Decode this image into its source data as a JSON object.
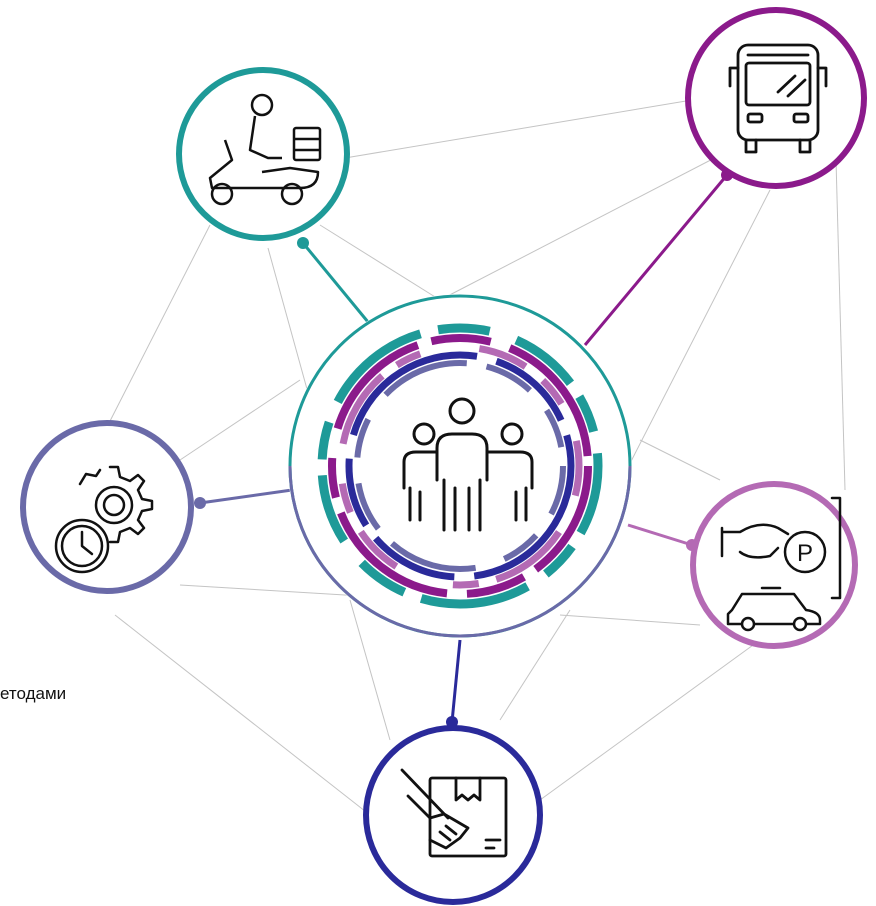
{
  "diagram": {
    "partial_text": "етодами",
    "colors": {
      "teal": "#1e9a98",
      "purple": "#8b1a8b",
      "slate": "#6a6aa8",
      "lilac": "#b46ab4",
      "navy": "#2a2a9a",
      "web_lines": "#bdbdbd"
    },
    "hub": {
      "icon": "people-group-icon"
    },
    "nodes": [
      {
        "id": "courier",
        "icon": "delivery-scooter-icon",
        "color": "teal"
      },
      {
        "id": "bus",
        "icon": "bus-icon",
        "color": "purple"
      },
      {
        "id": "settings",
        "icon": "gear-clock-icon",
        "color": "slate"
      },
      {
        "id": "parking",
        "icon": "parking-payment-icon",
        "color": "lilac"
      },
      {
        "id": "handover",
        "icon": "package-handover-icon",
        "color": "navy"
      }
    ]
  }
}
